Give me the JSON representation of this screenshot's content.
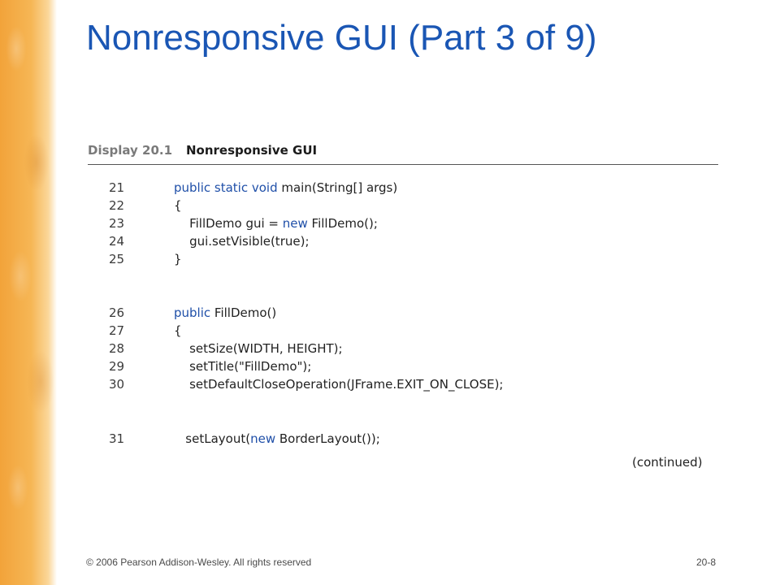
{
  "slide": {
    "title": "Nonresponsive GUI (Part 3 of 9)",
    "display_label": "Display 20.1",
    "display_name": "Nonresponsive GUI",
    "continued": "(continued)",
    "footer_copyright": "© 2006 Pearson Addison-Wesley. All rights reserved",
    "footer_page": "20-8"
  },
  "code_lines": [
    {
      "num": "21",
      "parts": [
        {
          "t": "public static void",
          "kw": true
        },
        {
          "t": " main(String[] args)"
        }
      ]
    },
    {
      "num": "22",
      "parts": [
        {
          "t": "{"
        }
      ]
    },
    {
      "num": "23",
      "parts": [
        {
          "t": "    FillDemo gui = "
        },
        {
          "t": "new",
          "kw": true
        },
        {
          "t": " FillDemo();"
        }
      ]
    },
    {
      "num": "24",
      "parts": [
        {
          "t": "    gui.setVisible(true);"
        }
      ]
    },
    {
      "num": "25",
      "parts": [
        {
          "t": "}"
        }
      ]
    },
    {
      "num": "26",
      "parts": [
        {
          "t": "public",
          "kw": true
        },
        {
          "t": " FillDemo()"
        }
      ]
    },
    {
      "num": "27",
      "parts": [
        {
          "t": "{"
        }
      ]
    },
    {
      "num": "28",
      "parts": [
        {
          "t": "    setSize(WIDTH, HEIGHT);"
        }
      ]
    },
    {
      "num": "29",
      "parts": [
        {
          "t": "    setTitle(\"FillDemo\");"
        }
      ]
    },
    {
      "num": "30",
      "parts": [
        {
          "t": "    setDefaultCloseOperation(JFrame.EXIT_ON_CLOSE);"
        }
      ]
    },
    {
      "num": "31",
      "parts": [
        {
          "t": "   setLayout("
        },
        {
          "t": "new",
          "kw": true
        },
        {
          "t": " BorderLayout());"
        }
      ]
    }
  ]
}
